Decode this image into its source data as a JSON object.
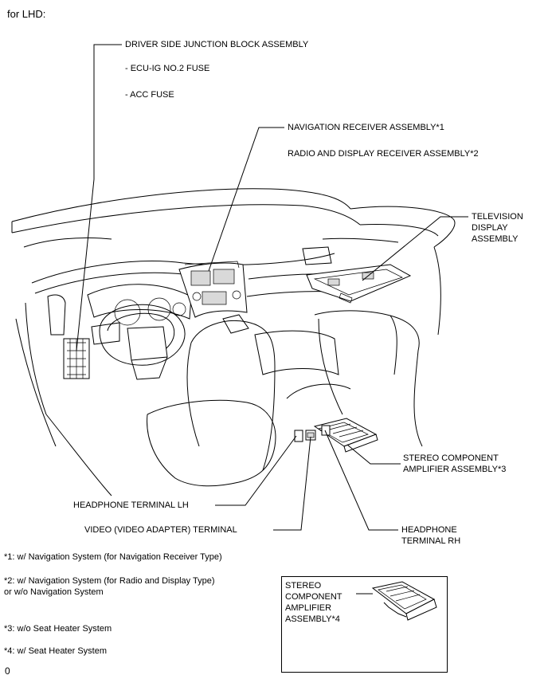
{
  "header": {
    "title": "for LHD:"
  },
  "labels": {
    "driver_junction_block": "DRIVER SIDE JUNCTION BLOCK ASSEMBLY",
    "ecu_ig_fuse": "- ECU-IG NO.2 FUSE",
    "acc_fuse": "- ACC FUSE",
    "nav_receiver": "NAVIGATION RECEIVER ASSEMBLY*1",
    "radio_display_receiver": "RADIO AND DISPLAY RECEIVER ASSEMBLY*2",
    "tv_display_line1": "TELEVISION",
    "tv_display_line2": "DISPLAY",
    "tv_display_line3": "ASSEMBLY",
    "stereo_amp_line1": "STEREO COMPONENT",
    "stereo_amp_line2": "AMPLIFIER ASSEMBLY*3",
    "headphone_lh": "HEADPHONE TERMINAL LH",
    "video_terminal": "VIDEO (VIDEO ADAPTER) TERMINAL",
    "headphone_rh_line1": "HEADPHONE",
    "headphone_rh_line2": "TERMINAL RH"
  },
  "notes": [
    "*1: w/ Navigation System (for Navigation Receiver Type)",
    "*2: w/ Navigation System (for Radio and Display Type)",
    "or w/o Navigation System",
    "*3: w/o Seat Heater System",
    "*4: w/ Seat Heater System"
  ],
  "inset": {
    "line1": "STEREO",
    "line2": "COMPONENT",
    "line3": "AMPLIFIER",
    "line4": "ASSEMBLY*4"
  },
  "figure_code": "0"
}
